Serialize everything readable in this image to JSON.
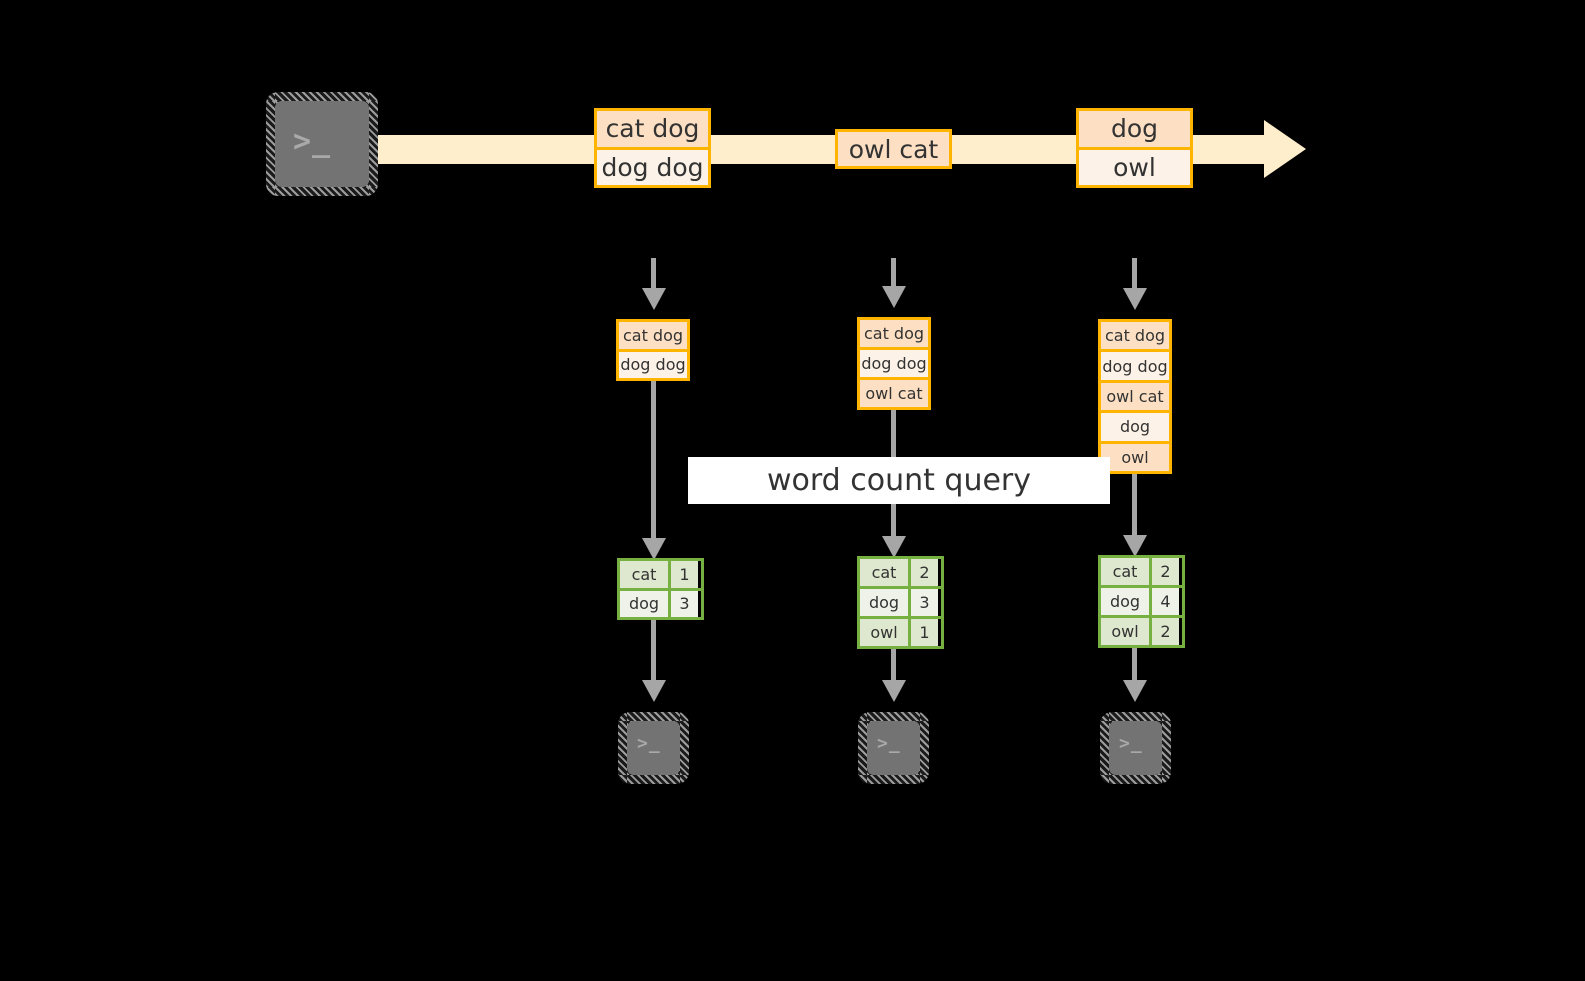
{
  "diagram": {
    "source_terminal": {
      "icon": "terminal-icon",
      "glyph": ">_"
    },
    "stream": {
      "label": "event-stream-arrow",
      "events": [
        {
          "id": "event-1",
          "rows": [
            "cat dog",
            "dog dog"
          ]
        },
        {
          "id": "event-2",
          "rows": [
            "owl cat"
          ]
        },
        {
          "id": "event-3",
          "rows": [
            "dog",
            "owl"
          ]
        }
      ]
    },
    "query_label": "word count query",
    "columns": [
      {
        "name": "snapshot-1",
        "input_rows": [
          "cat dog",
          "dog dog"
        ],
        "results": [
          {
            "key": "cat",
            "value": "1"
          },
          {
            "key": "dog",
            "value": "3"
          }
        ],
        "sink": {
          "icon": "terminal-icon",
          "glyph": ">_"
        }
      },
      {
        "name": "snapshot-2",
        "input_rows": [
          "cat dog",
          "dog dog",
          "owl cat"
        ],
        "results": [
          {
            "key": "cat",
            "value": "2"
          },
          {
            "key": "dog",
            "value": "3"
          },
          {
            "key": "owl",
            "value": "1"
          }
        ],
        "sink": {
          "icon": "terminal-icon",
          "glyph": ">_"
        }
      },
      {
        "name": "snapshot-3",
        "input_rows": [
          "cat dog",
          "dog dog",
          "owl cat",
          "dog",
          "owl"
        ],
        "results": [
          {
            "key": "cat",
            "value": "2"
          },
          {
            "key": "dog",
            "value": "4"
          },
          {
            "key": "owl",
            "value": "2"
          }
        ],
        "sink": {
          "icon": "terminal-icon",
          "glyph": ">_"
        }
      }
    ],
    "colors": {
      "background": "#000000",
      "stream": "#ffeecc",
      "event_border": "#ffb400",
      "event_fill_dark": "#fde0c3",
      "event_fill_light": "#fdf2e7",
      "result_border": "#76b041",
      "result_fill_dark": "#dde8ce",
      "result_fill_light": "#eef2e9",
      "connector": "#a6a6a6",
      "terminal": "#737373",
      "label_band": "#ffffff"
    }
  }
}
